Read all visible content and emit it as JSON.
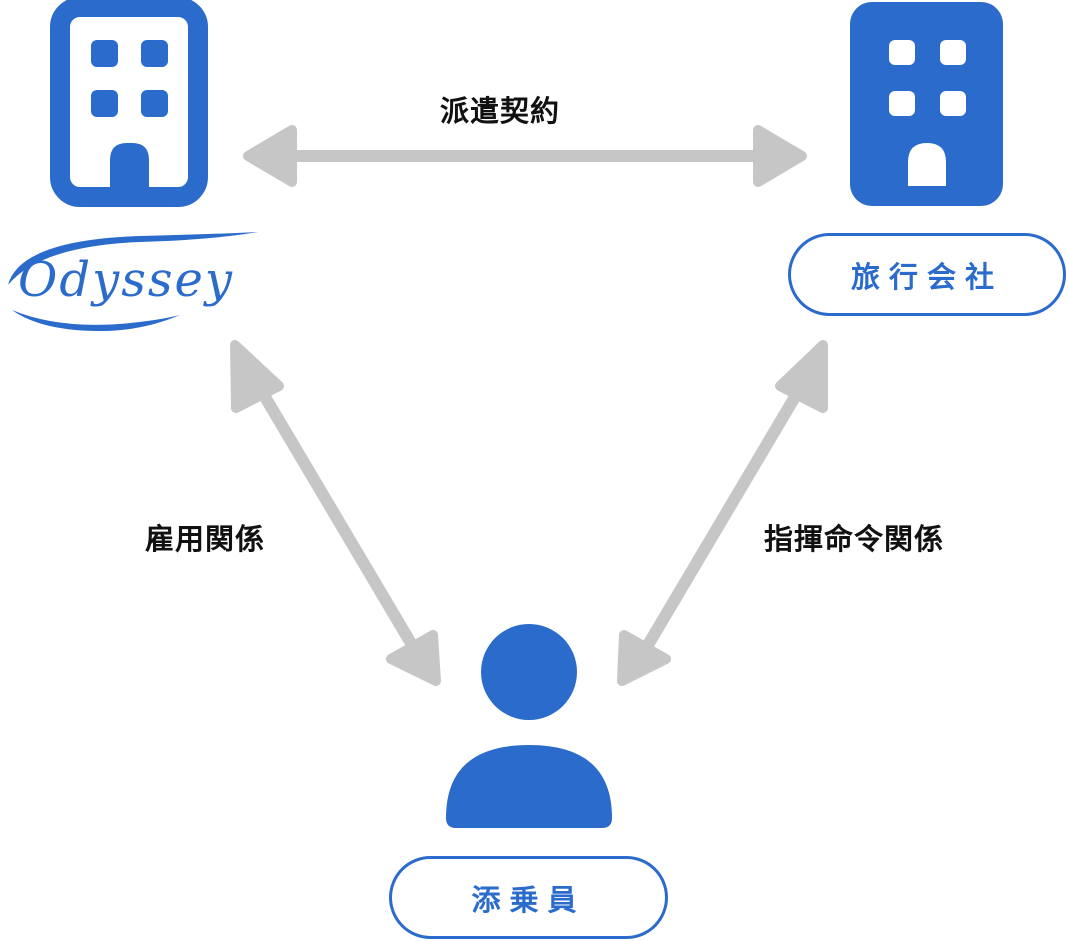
{
  "colors": {
    "primary": "#2a6bcb",
    "arrow": "#c6c6c6",
    "text": "#111111"
  },
  "nodes": {
    "dispatch_agency": {
      "icon": "building-outline-icon",
      "logo_text": "Odyssey"
    },
    "travel_company": {
      "icon": "building-filled-icon",
      "label": "旅行会社"
    },
    "tour_conductor": {
      "icon": "person-icon",
      "label": "添乗員"
    }
  },
  "relations": {
    "dispatch_contract": "派遣契約",
    "employment": "雇用関係",
    "command": "指揮命令関係"
  }
}
